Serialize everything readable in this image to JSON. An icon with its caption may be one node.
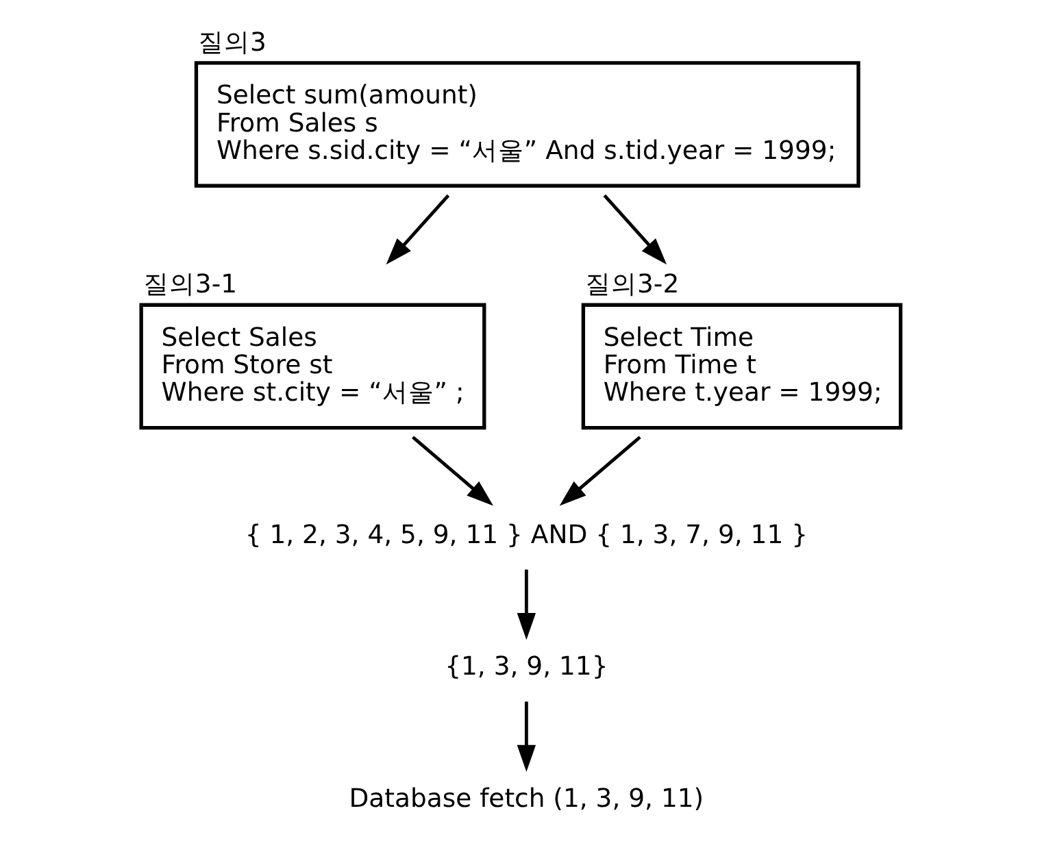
{
  "diagram": {
    "nodes": [
      {
        "text": [
          "질의3",
          "Select sum(amount)",
          "From Sales s",
          "Where s.sid.city = “서울” And s.tid.year = 1999;"
        ]
      },
      {
        "text": [
          "질의3-1",
          "Select Sales",
          "From Store st",
          "Where st.city = “서울” ;"
        ]
      },
      {
        "text": [
          "질의3-2",
          "Select Time",
          "From Time t",
          "Where t.year = 1999;"
        ]
      },
      {
        "text": [
          "{ 1, 2, 3, 4, 5, 9, 11 } AND { 1, 3, 7, 9, 11 }"
        ]
      },
      {
        "text": [
          "{1, 3, 9, 11}"
        ]
      },
      {
        "text": [
          "Database fetch (1, 3, 9, 11)"
        ]
      }
    ],
    "edges": [
      {
        "from": 0,
        "to": 1,
        "arrow": "to"
      },
      {
        "from": 0,
        "to": 2,
        "arrow": "to"
      },
      {
        "from": 1,
        "to": 3,
        "arrow": "to"
      },
      {
        "from": 2,
        "to": 3,
        "arrow": "to"
      },
      {
        "from": 3,
        "to": 4,
        "arrow": "to"
      },
      {
        "from": 4,
        "to": 5,
        "arrow": "to"
      }
    ]
  }
}
